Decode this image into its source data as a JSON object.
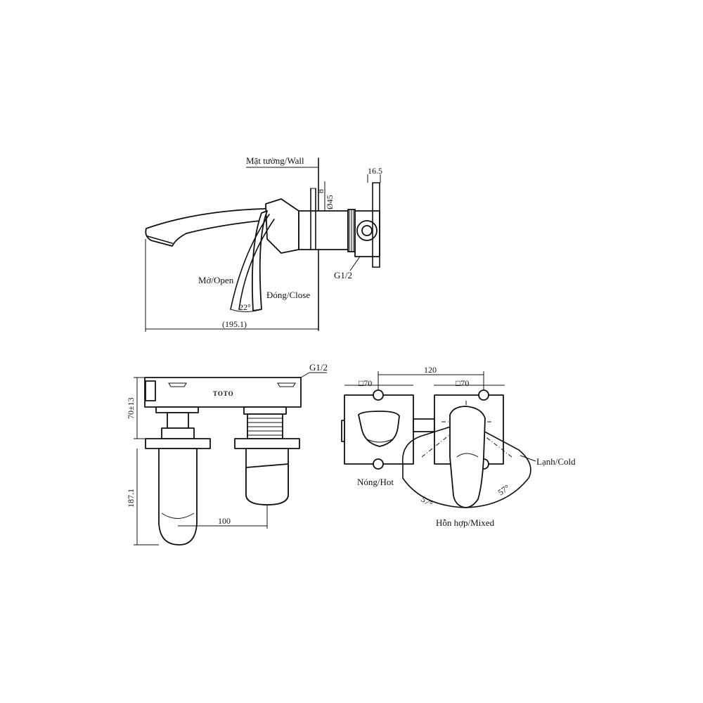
{
  "side_view": {
    "wall_label": "Mặt tường/Wall",
    "dim_top": "16.5",
    "dim_diameter": "Ø45",
    "dim_small": "8",
    "thread_label": "G1/2",
    "open_label": "Mở/Open",
    "close_label": "Đóng/Close",
    "angle_label": "22°",
    "length_label": "(195.1)"
  },
  "front_view": {
    "thread_label": "G1/2",
    "brand_label": "TOTO",
    "height_dim": "70±13",
    "depth_dim": "187.1",
    "spacing_dim": "100"
  },
  "plate_view": {
    "center_dim": "120",
    "plate_left_dim": "□70",
    "plate_right_dim": "□70",
    "hot_label": "Nóng/Hot",
    "cold_label": "Lạnh/Cold",
    "mixed_label": "Hỗn hợp/Mixed",
    "angle_left": "57°",
    "angle_right": "57°"
  }
}
